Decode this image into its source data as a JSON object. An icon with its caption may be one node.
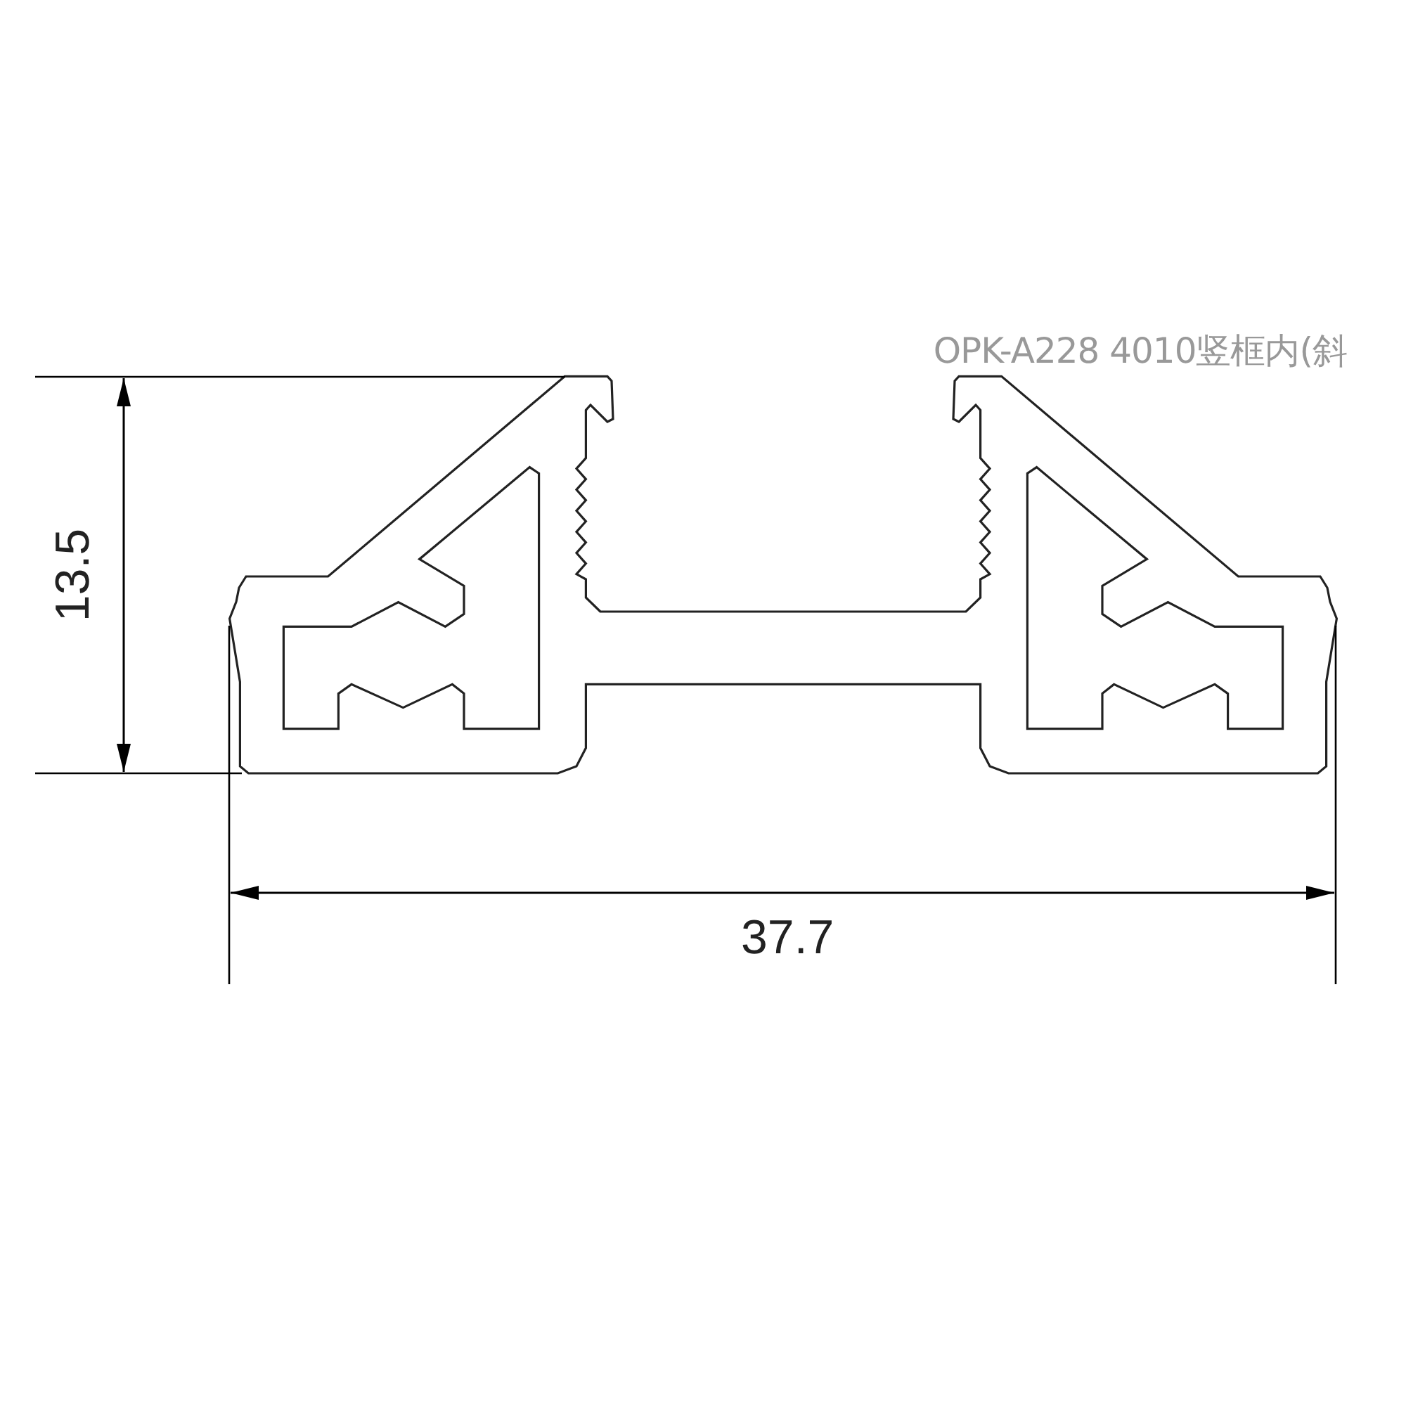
{
  "diagram": {
    "title": "OPK-A228 4010竖框内(斜",
    "labels": [
      "13.5",
      "37.7"
    ]
  }
}
